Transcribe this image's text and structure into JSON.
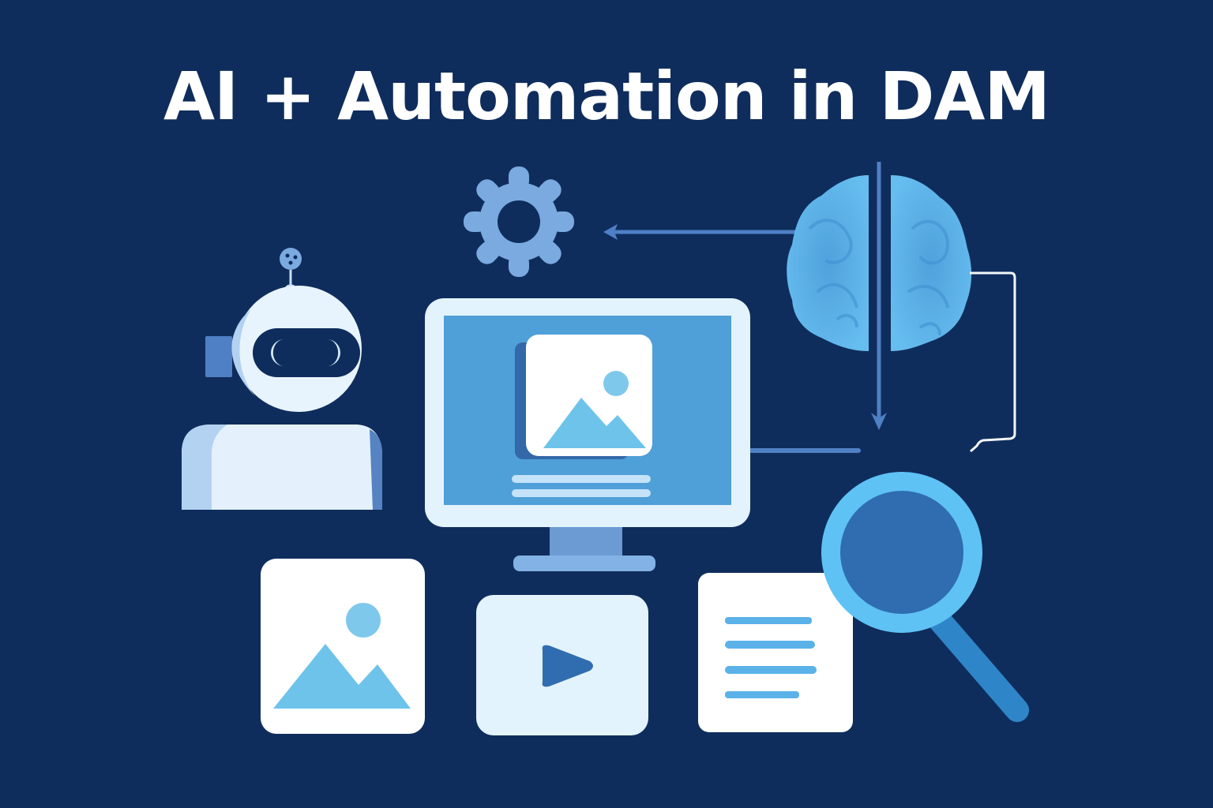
{
  "header": {
    "title": "AI + Automation in DAM"
  },
  "illustration": {
    "elements": [
      {
        "id": "robot",
        "icon": "robot-icon"
      },
      {
        "id": "gear",
        "icon": "gear-icon"
      },
      {
        "id": "brain",
        "icon": "brain-icon"
      },
      {
        "id": "monitor",
        "icon": "monitor-icon",
        "content": "image-asset-preview"
      },
      {
        "id": "image-card",
        "icon": "image-icon"
      },
      {
        "id": "video-card",
        "icon": "play-icon"
      },
      {
        "id": "document-card",
        "icon": "document-icon"
      },
      {
        "id": "magnifier",
        "icon": "magnifying-glass-icon"
      }
    ],
    "connectors": [
      {
        "from": "brain",
        "to": "gear",
        "type": "arrow-left"
      },
      {
        "from": "brain",
        "to": "monitor",
        "type": "arrow-down"
      },
      {
        "from": "brain",
        "to": "monitor",
        "type": "bracket-line"
      }
    ]
  },
  "colors": {
    "background": "#0f2d5c",
    "title": "#ffffff",
    "accent_light": "#7ec8ec",
    "accent_mid": "#4f9fd8",
    "accent_dark": "#2f6db0",
    "card_white": "#ffffff",
    "card_pale": "#e3f3fd",
    "gear": "#7aaadf",
    "brain": "#5fb6ea"
  }
}
